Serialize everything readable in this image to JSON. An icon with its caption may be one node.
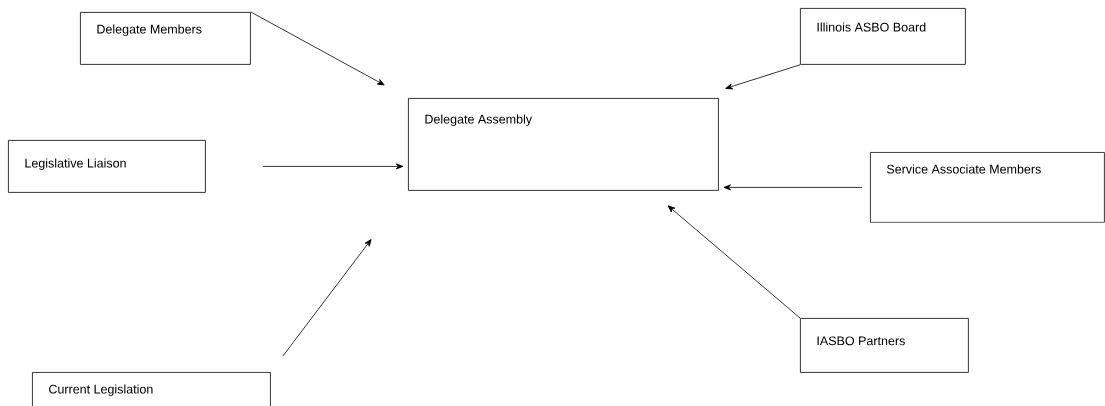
{
  "diagram": {
    "nodes": [
      {
        "text": [
          "Delegate Members"
        ]
      },
      {
        "text": [
          "Illinois ASBO Board"
        ]
      },
      {
        "text": [
          "Legislative Liaison"
        ]
      },
      {
        "text": [
          "Delegate Assembly"
        ]
      },
      {
        "text": [
          "Service Associate Members"
        ]
      },
      {
        "text": [
          "Current Legislation"
        ]
      },
      {
        "text": [
          "IASBO Partners"
        ]
      }
    ],
    "edges": [
      {
        "from": 0,
        "to": 3,
        "arrow": "to"
      },
      {
        "from": 1,
        "to": 3,
        "arrow": "to"
      },
      {
        "from": 2,
        "to": 3,
        "arrow": "to"
      },
      {
        "from": 4,
        "to": 3,
        "arrow": "to"
      },
      {
        "from": 5,
        "to": 3,
        "arrow": "to"
      },
      {
        "from": 6,
        "to": 3,
        "arrow": "to"
      }
    ]
  }
}
